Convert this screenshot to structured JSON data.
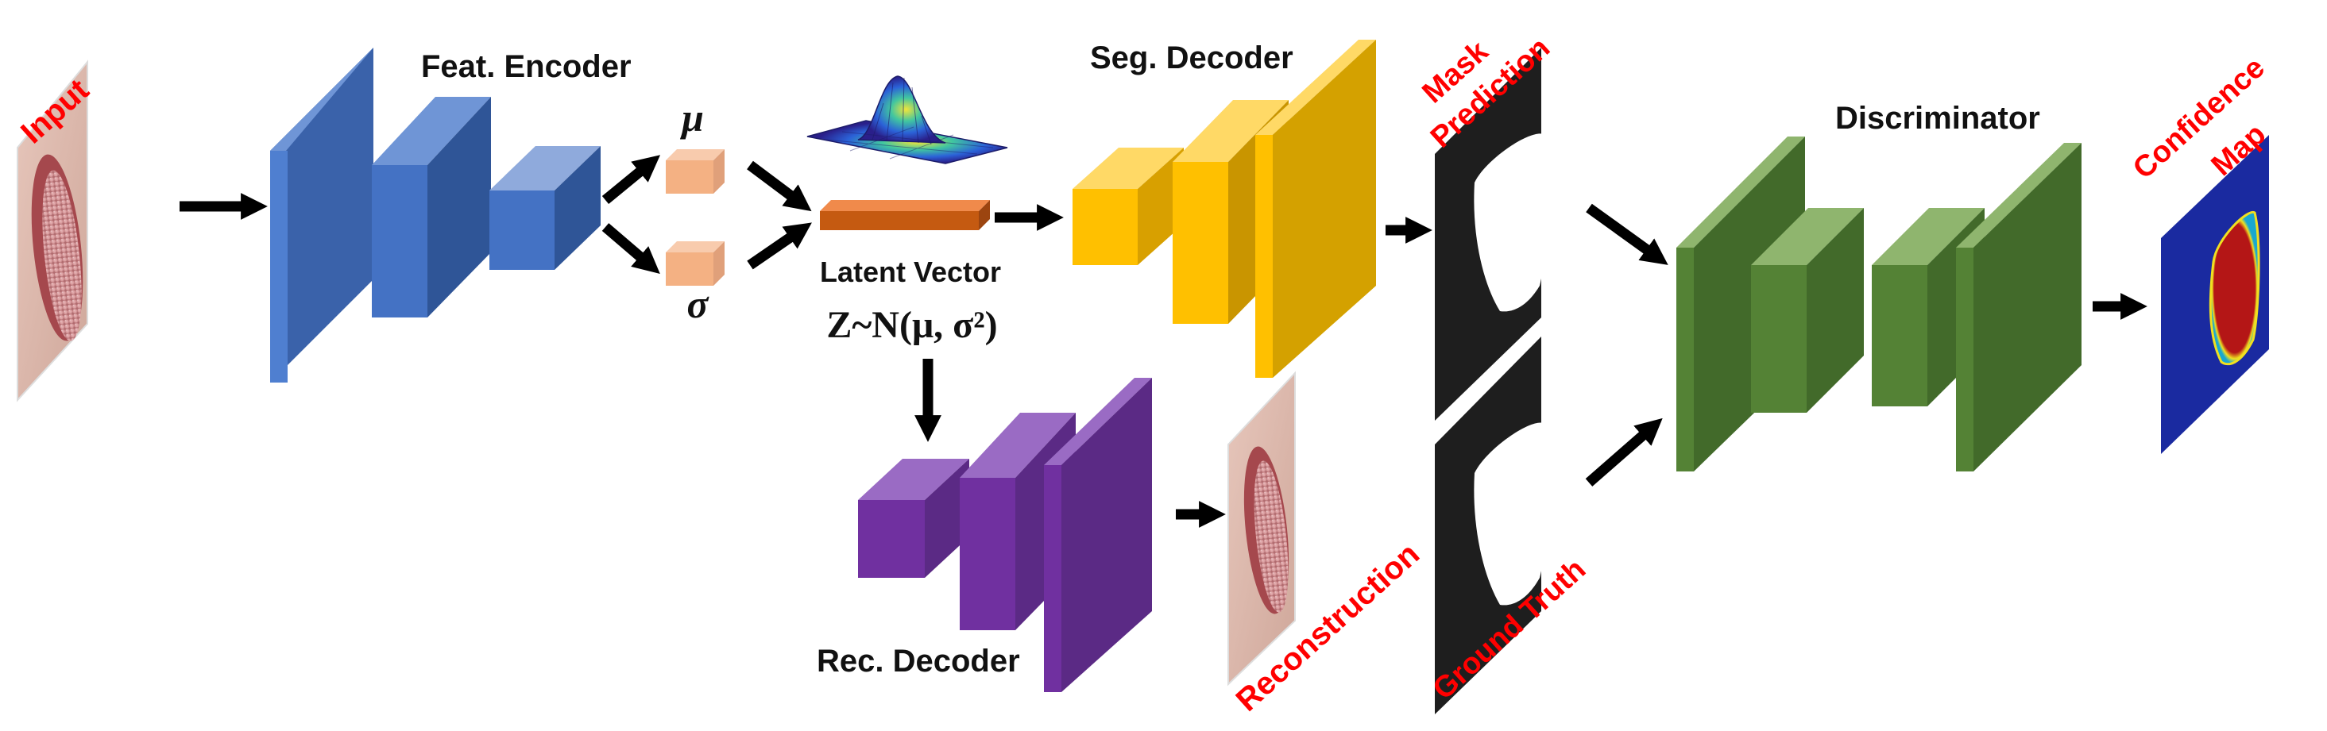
{
  "colors": {
    "encoder": "#4472c4",
    "latent_param": "#f4b183",
    "latent_vector": "#c55a11",
    "seg_decoder": "#ffc000",
    "rec_decoder": "#7030a0",
    "discriminator": "#548235",
    "red_label": "#ff0000",
    "arrow": "#000000",
    "confidence_bg": "#1a2aa0",
    "confidence_fg": "#b01818"
  },
  "labels": {
    "input": "Input",
    "feat_encoder": "Feat. Encoder",
    "mu": "μ",
    "sigma": "σ",
    "latent_vector": "Latent Vector",
    "latent_formula": "Z~N(μ, σ²)",
    "seg_decoder": "Seg. Decoder",
    "rec_decoder": "Rec. Decoder",
    "mask_prediction_line1": "Mask",
    "mask_prediction_line2": "Prediction",
    "reconstruction": "Reconstruction",
    "ground_truth": "Ground Truth",
    "discriminator": "Discriminator",
    "confidence_line1": "Confidence",
    "confidence_line2": "Map"
  },
  "icons": {
    "input_image": "tongue-photo-icon",
    "reconstruction_image": "tongue-photo-icon",
    "gaussian_surface": "gaussian-surface-icon",
    "mask_prediction": "binary-mask-icon",
    "ground_truth": "binary-mask-icon",
    "confidence_map": "heatmap-icon"
  }
}
